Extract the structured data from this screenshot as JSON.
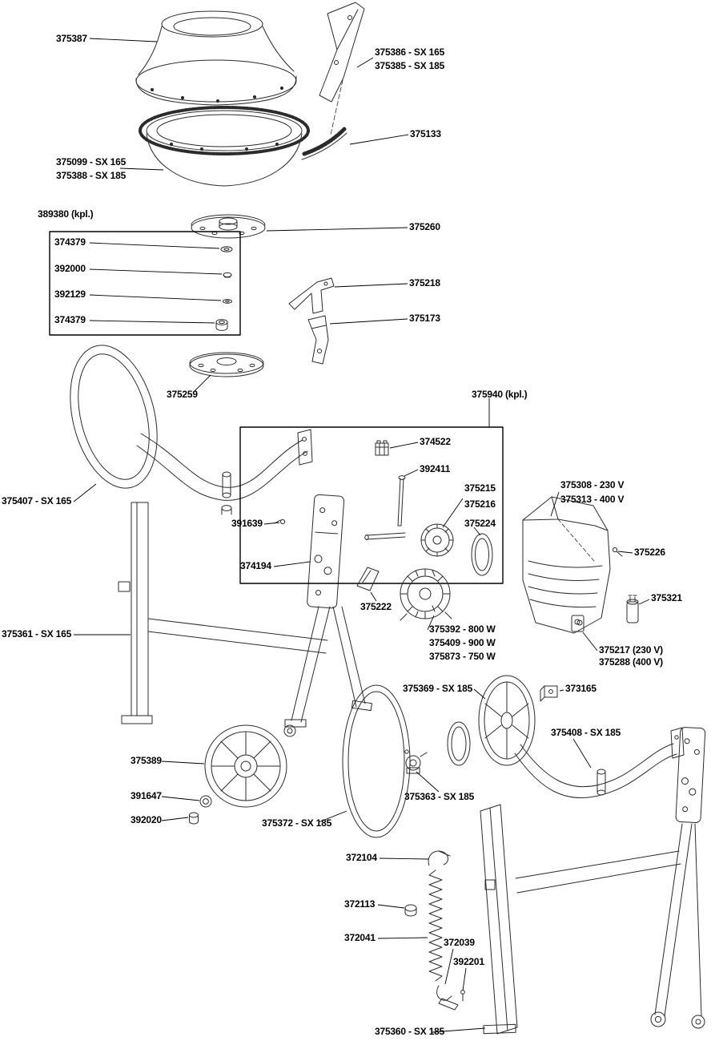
{
  "colors": {
    "ink": "#2b2b2b",
    "background": "#ffffff",
    "leader": "#000000"
  },
  "kits": {
    "k389380": {
      "label": "389380 (kpl.)",
      "items": [
        "374379",
        "392000",
        "392129",
        "374379"
      ]
    },
    "k375940": {
      "label": "375940 (kpl.)"
    }
  },
  "labels": {
    "p375387": "375387",
    "p375386": "375386 - SX 165",
    "p375385": "375385 - SX 185",
    "p375133": "375133",
    "p375099": "375099 - SX 165",
    "p375388": "375388 - SX 185",
    "p375260": "375260",
    "p375218": "375218",
    "p375173": "375173",
    "p375259": "375259",
    "p374522": "374522",
    "p392411": "392411",
    "p375215": "375215",
    "p375216": "375216",
    "p375224": "375224",
    "p375308": "375308 - 230 V",
    "p375313": "375313 - 400 V",
    "p391639": "391639",
    "p375226": "375226",
    "p374194": "374194",
    "p375321": "375321",
    "p375407": "375407 - SX 165",
    "p375222": "375222",
    "p375361": "375361 - SX 165",
    "p375392": "375392 - 800 W",
    "p375409": "375409 - 900 W",
    "p375873": "375873 - 750 W",
    "p375217": "375217 (230 V)",
    "p375288": "375288 (400 V)",
    "p375369": "375369 - SX 185",
    "p373165": "373165",
    "p375408": "375408 - SX 185",
    "p375389": "375389",
    "p391647": "391647",
    "p392020": "392020",
    "p375363": "375363 - SX 185",
    "p375372": "375372 - SX 185",
    "p372104": "372104",
    "p372113": "372113",
    "p372041": "372041",
    "p372039": "372039",
    "p392201": "392201",
    "p375360": "375360 - SX 185"
  }
}
